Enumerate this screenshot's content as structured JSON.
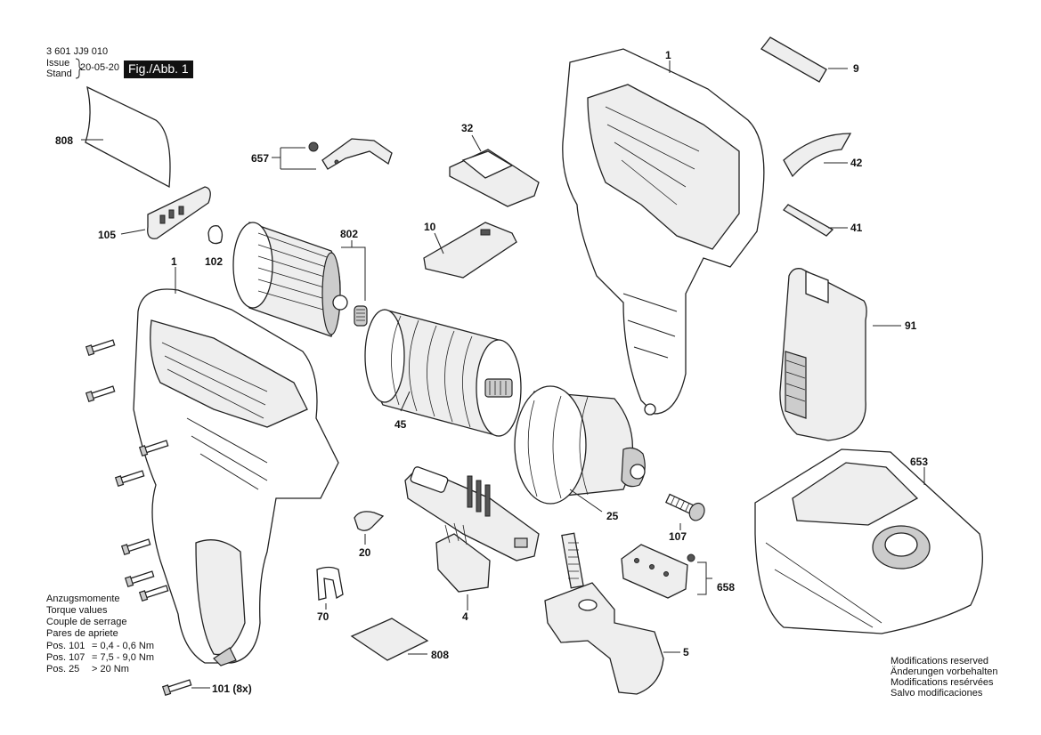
{
  "header": {
    "doc_number": "3 601 JJ9 010",
    "issue_label": "Issue",
    "stand_label": "Stand",
    "date": "20-05-20",
    "figure_label": "Fig./Abb. 1"
  },
  "part_labels": {
    "p1_top": "1",
    "p9": "9",
    "p808_top": "808",
    "p657": "657",
    "p32": "32",
    "p42": "42",
    "p41": "41",
    "p105": "105",
    "p102": "102",
    "p802": "802",
    "p10": "10",
    "p1_left": "1",
    "p91": "91",
    "p45": "45",
    "p653": "653",
    "p25": "25",
    "p107": "107",
    "p20": "20",
    "p4": "4",
    "p658": "658",
    "p70": "70",
    "p808_bottom": "808",
    "p5": "5",
    "p101": "101 (8x)"
  },
  "torque": {
    "lines": [
      "Anzugsmomente",
      "Torque values",
      "Couple de serrage",
      "Pares de apriete"
    ],
    "rows": [
      {
        "pos": "Pos. 101",
        "value": "= 0,4 - 0,6 Nm"
      },
      {
        "pos": "Pos. 107",
        "value": "= 7,5 - 9,0 Nm"
      },
      {
        "pos": "Pos. 25",
        "value": "> 20 Nm"
      }
    ]
  },
  "notice": {
    "lines": [
      "Modifications reserved",
      "Änderungen vorbehalten",
      "Modifications resérvées",
      "Salvo modificaciones"
    ]
  }
}
